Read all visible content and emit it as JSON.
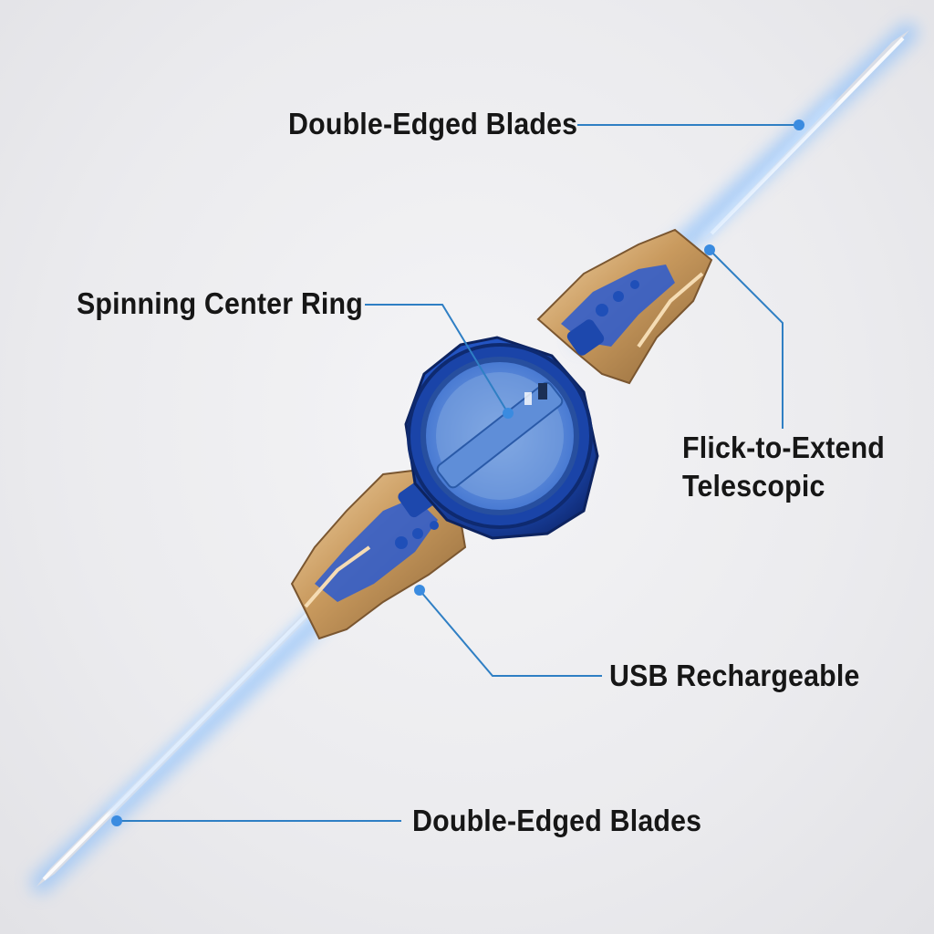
{
  "callouts": {
    "top_blade": "Double-Edged Blades",
    "center_ring": "Spinning Center Ring",
    "telescopic_line1": "Flick-to-Extend",
    "telescopic_line2": "Telescopic",
    "usb": "USB Rechargeable",
    "bottom_blade": "Double-Edged Blades"
  },
  "colors": {
    "background": "#ebebee",
    "leader_line": "#2f7fc4",
    "blade_glow": "#6fb2ff",
    "hub_blue": "#1f4fb8",
    "gold": "#c99a5e",
    "label_text": "#161616"
  }
}
